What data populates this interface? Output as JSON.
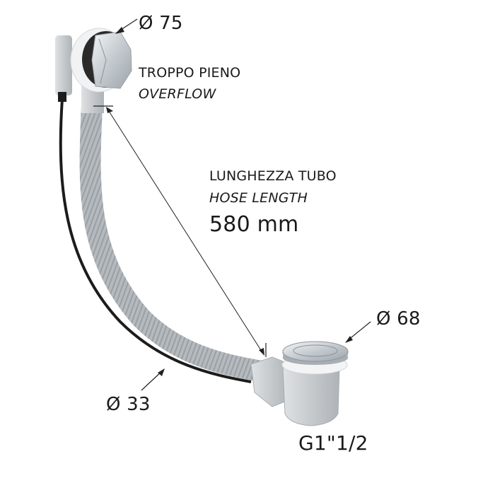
{
  "labels": {
    "overflow_diameter": "Ø 75",
    "overflow_title_it": "TROPPO PIENO",
    "overflow_title_en": "OVERFLOW",
    "hose_title_it": "LUNGHEZZA TUBO",
    "hose_title_en": "HOSE LENGTH",
    "hose_length": "580 mm",
    "drain_diameter": "Ø 68",
    "hose_diameter": "Ø 33",
    "thread": "G1\"1/2"
  },
  "colors": {
    "background": "#ffffff",
    "text": "#1a1a1a",
    "hose": "#b9bec2",
    "hose_dark": "#9aa0a4",
    "chrome": "#d5dade",
    "cable": "#1c1c1c",
    "body_plastic": "#c9cdd0"
  }
}
